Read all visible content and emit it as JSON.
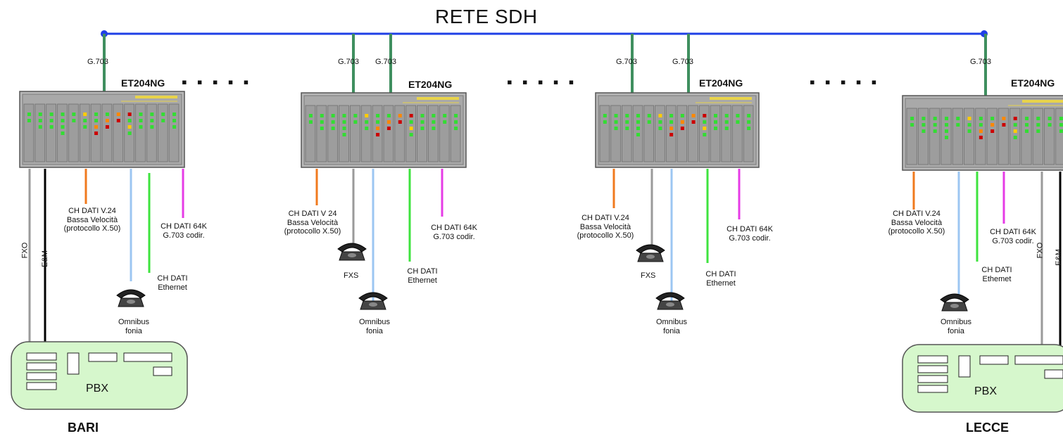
{
  "title": "RETE SDH",
  "interface_label": "G.703",
  "device_model": "ET204NG",
  "ellipsis": "▪ ▪ ▪ ▪ ▪",
  "labels": {
    "ch_v24": "CH DATI V.24",
    "ch_v24_b": "CH DATI V 24",
    "bassa": "Bassa Velocità",
    "protocollo": "(protocollo X.50)",
    "ch_64k": "CH DATI 64K",
    "g703_codir": "G.703 codir.",
    "ch_dati": "CH DATI",
    "ethernet": "Ethernet",
    "ethemet": "Ethemet",
    "omnibus": "Omnibus",
    "fonia": "fonia",
    "fxs": "FXS",
    "fxo": "FXO",
    "em": "E&M",
    "pbx": "PBX"
  },
  "cities": {
    "left": "BARI",
    "right": "LECCE"
  },
  "colors": {
    "bus": "#1f3fe6",
    "g703_link": "#3f8f5f",
    "orange": "#f07a1e",
    "lightblue": "#9cc6f2",
    "green": "#3ee33e",
    "magenta": "#e63be6",
    "grey": "#9a9a9a",
    "black": "#000000",
    "chassis": "#b8b8b8",
    "pbx_fill": "#d6f7cc",
    "pbx_stroke": "#555555"
  }
}
